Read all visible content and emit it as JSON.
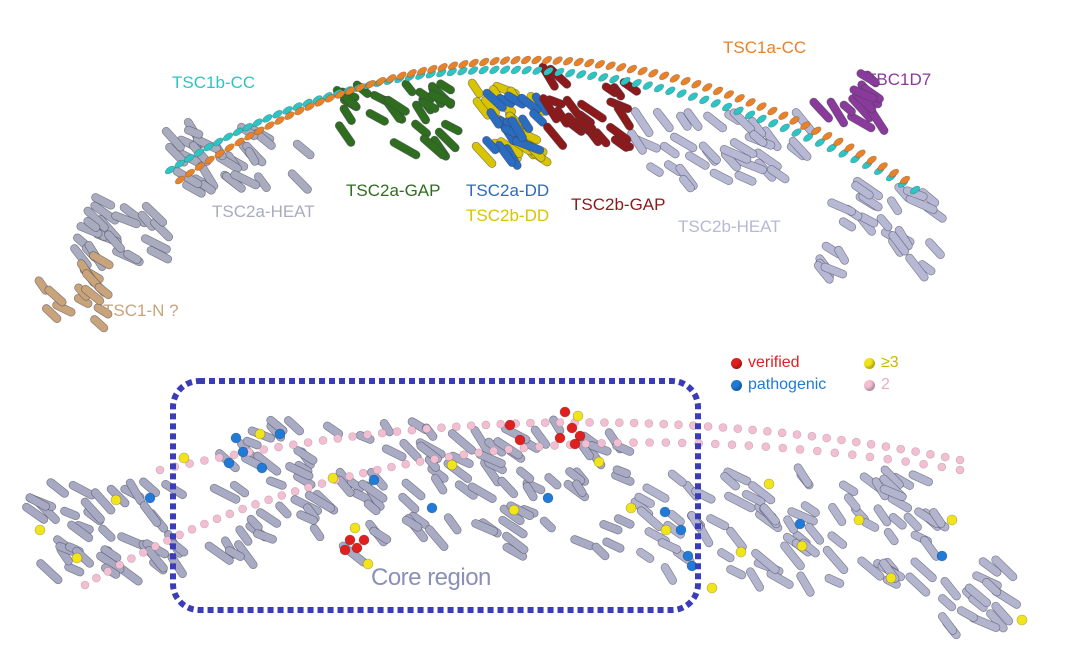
{
  "top_panel": {
    "labels": {
      "tsc1b_cc": "TSC1b-CC",
      "tsc1a_cc": "TSC1a-CC",
      "tbc1d7": "TBC1D7",
      "tsc2a_gap": "TSC2a-GAP",
      "tsc2a_dd": "TSC2a-DD",
      "tsc2b_dd": "TSC2b-DD",
      "tsc2b_gap": "TSC2b-GAP",
      "tsc2a_heat": "TSC2a-HEAT",
      "tsc2b_heat": "TSC2b-HEAT",
      "tsc1_n": "TSC1-N ?"
    },
    "colors": {
      "tsc1b_cc": "#2ec4c4",
      "tsc1a_cc": "#e8822a",
      "tbc1d7": "#8a3a9a",
      "tsc2a_gap": "#2f6e1f",
      "tsc2a_dd": "#2a6cbf",
      "tsc2b_dd": "#d8c400",
      "tsc2b_gap": "#8c1a1a",
      "tsc2a_heat": "#a9abbf",
      "tsc2b_heat": "#b6b8d4",
      "tsc1_n": "#c9a37a"
    }
  },
  "bottom_panel": {
    "legend": {
      "verified": "verified",
      "pathogenic": "pathogenic",
      "ge3": "≥3",
      "two": "2"
    },
    "legend_colors": {
      "verified": "#e0201e",
      "pathogenic": "#1f7ad8",
      "ge3": "#f2e41a",
      "two": "#f2bfd2"
    },
    "core_region_label": "Core region",
    "core_region_color": "#3a3cb8"
  }
}
